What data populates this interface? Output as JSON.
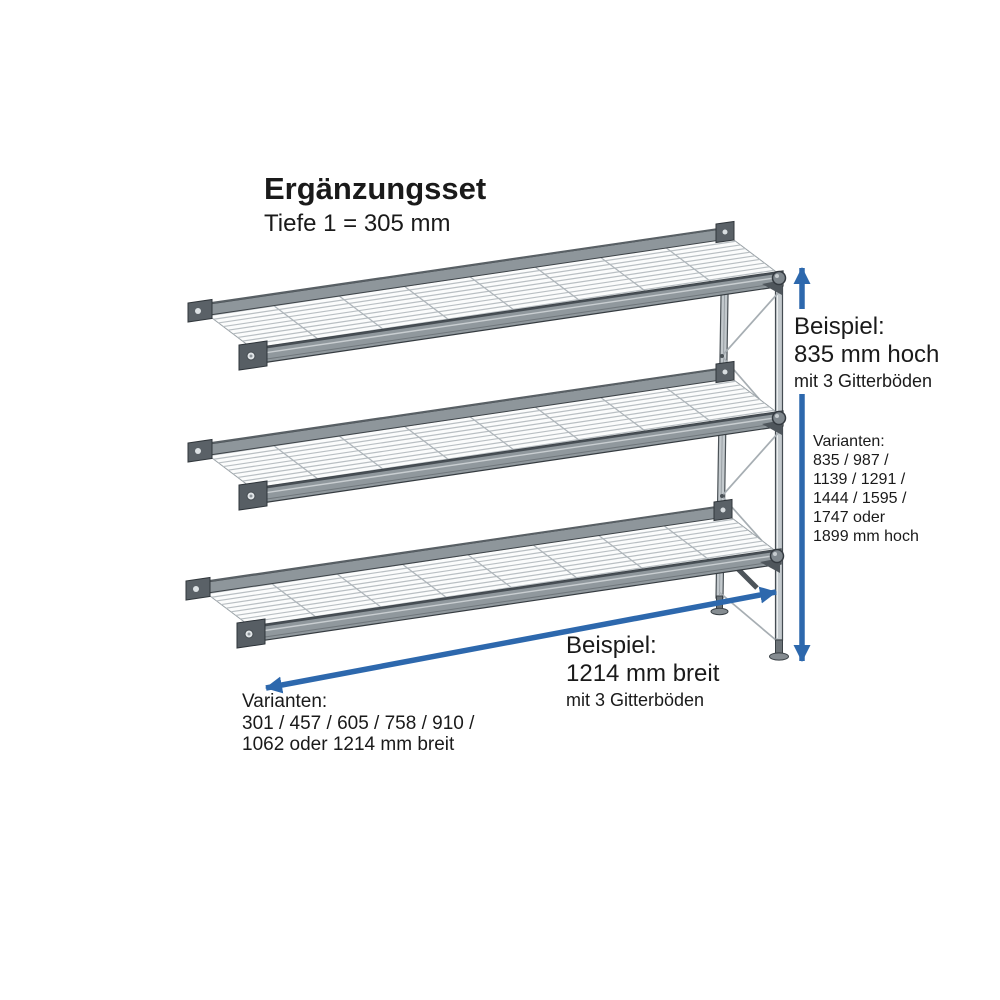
{
  "title": {
    "heading": "Ergänzungsset",
    "subtitle": "Tiefe 1 = 305 mm"
  },
  "height_dimension": {
    "example_label": "Beispiel:",
    "example_value": "835 mm hoch",
    "example_note": "mit 3 Gitterböden",
    "variants_label": "Varianten:",
    "variants_lines": [
      "835 / 987 /",
      "1139 / 1291 /",
      "1444 / 1595 /",
      "1747 oder",
      "1899 mm hoch"
    ]
  },
  "width_dimension": {
    "example_label": "Beispiel:",
    "example_value": "1214 mm breit",
    "example_note": "mit 3 Gitterböden",
    "variants_label": "Varianten:",
    "variants_lines": [
      "301 / 457 / 605 / 758 / 910 /",
      "1062 oder 1214 mm breit"
    ]
  },
  "diagram": {
    "type": "shelving-unit-isometric",
    "shelf_count": 3,
    "arrow_color": "#2d68ad",
    "steel_color": "#8e969b"
  }
}
